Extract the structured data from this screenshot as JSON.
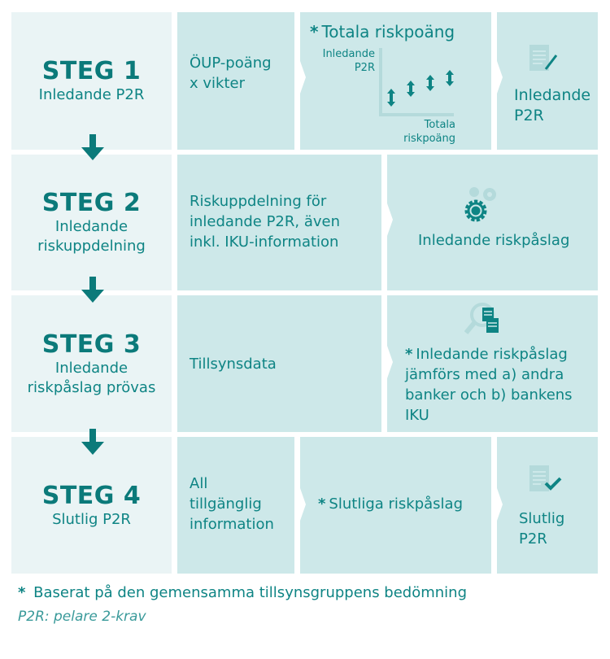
{
  "steps": [
    {
      "title": "STEG 1",
      "subtitle": "Inledande P2R"
    },
    {
      "title": "STEG 2",
      "subtitle": "Inledande riskuppdelning"
    },
    {
      "title": "STEG 3",
      "subtitle": "Inledande riskpåslag prövas"
    },
    {
      "title": "STEG 4",
      "subtitle": "Slutlig P2R"
    }
  ],
  "row1": {
    "input": "ÖUP-poäng x vikter",
    "process_title": "Totala riskpoäng",
    "y_axis_label": "Inledande P2R",
    "x_axis_label": "Totala riskpoäng",
    "output": "Inledande P2R"
  },
  "row2": {
    "input": "Riskuppdelning för inledande P2R, även inkl. IKU-information",
    "output": "Inledande riskpåslag"
  },
  "row3": {
    "input": "Tillsynsdata",
    "output": "Inledande riskpåslag jämförs med a) andra banker och b) bankens IKU"
  },
  "row4": {
    "input": "All tillgänglig information",
    "process": "Slutliga riskpåslag",
    "output": "Slutlig P2R"
  },
  "footnote": "Baserat på den gemensamma tillsynsgruppens bedömning",
  "abbreviation": "P2R: pelare 2-krav",
  "asterisk": "*",
  "colors": {
    "accent": "#0e8484",
    "cell": "#cde8e9",
    "panel": "#eaf4f5"
  }
}
